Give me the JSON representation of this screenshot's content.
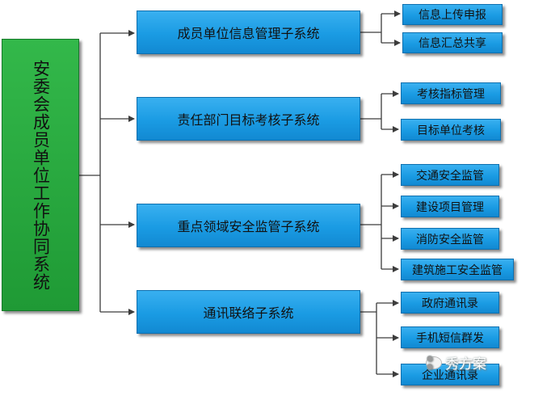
{
  "root": {
    "label": "安委会成员单位工作协同系统"
  },
  "subsystems": [
    {
      "label": "成员单位信息管理子系统",
      "children": [
        "信息上传申报",
        "信息汇总共享"
      ]
    },
    {
      "label": "责任部门目标考核子系统",
      "children": [
        "考核指标管理",
        "目标单位考核"
      ]
    },
    {
      "label": "重点领域安全监管子系统",
      "children": [
        "交通安全监管",
        "建设项目管理",
        "消防安全监管",
        "建筑施工安全监管"
      ]
    },
    {
      "label": "通讯联络子系统",
      "children": [
        "政府通讯录",
        "手机短信群发",
        "企业通讯录"
      ]
    }
  ],
  "watermark": {
    "text": "秀方案",
    "icon": "wechat-icon"
  },
  "colors": {
    "root": "#1f9a35",
    "box": "#1a9be3",
    "line": "#3c3c3c"
  }
}
